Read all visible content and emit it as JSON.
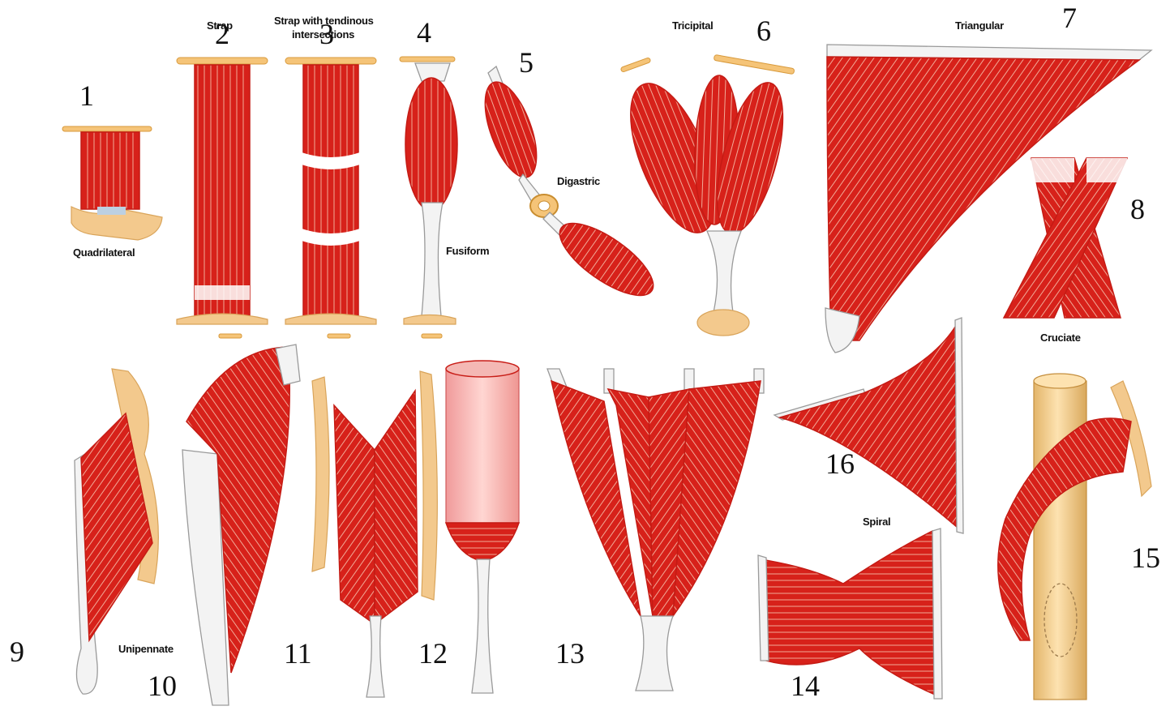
{
  "figure": {
    "number_labels": [
      "1",
      "2",
      "3",
      "4",
      "5",
      "6",
      "7",
      "8",
      "9",
      "10",
      "11",
      "12",
      "13",
      "14",
      "15",
      "16"
    ],
    "type_labels": {
      "quadrilateral": "Quadrilateral",
      "strap": "Strap",
      "strap_tendinous_line1": "Strap with tendinous",
      "strap_tendinous_line2": "intersections",
      "fusiform": "Fusiform",
      "digastric": "Digastric",
      "tricipital": "Tricipital",
      "triangular": "Triangular",
      "cruciate": "Cruciate",
      "unipennate": "Unipennate",
      "spiral": "Spiral"
    },
    "colors": {
      "muscle": "#d7211a",
      "fiber": "#f6c9b8",
      "tendon": "#f3f3f3",
      "bone": "#f3c98d",
      "attachment": "#f5c478"
    }
  }
}
